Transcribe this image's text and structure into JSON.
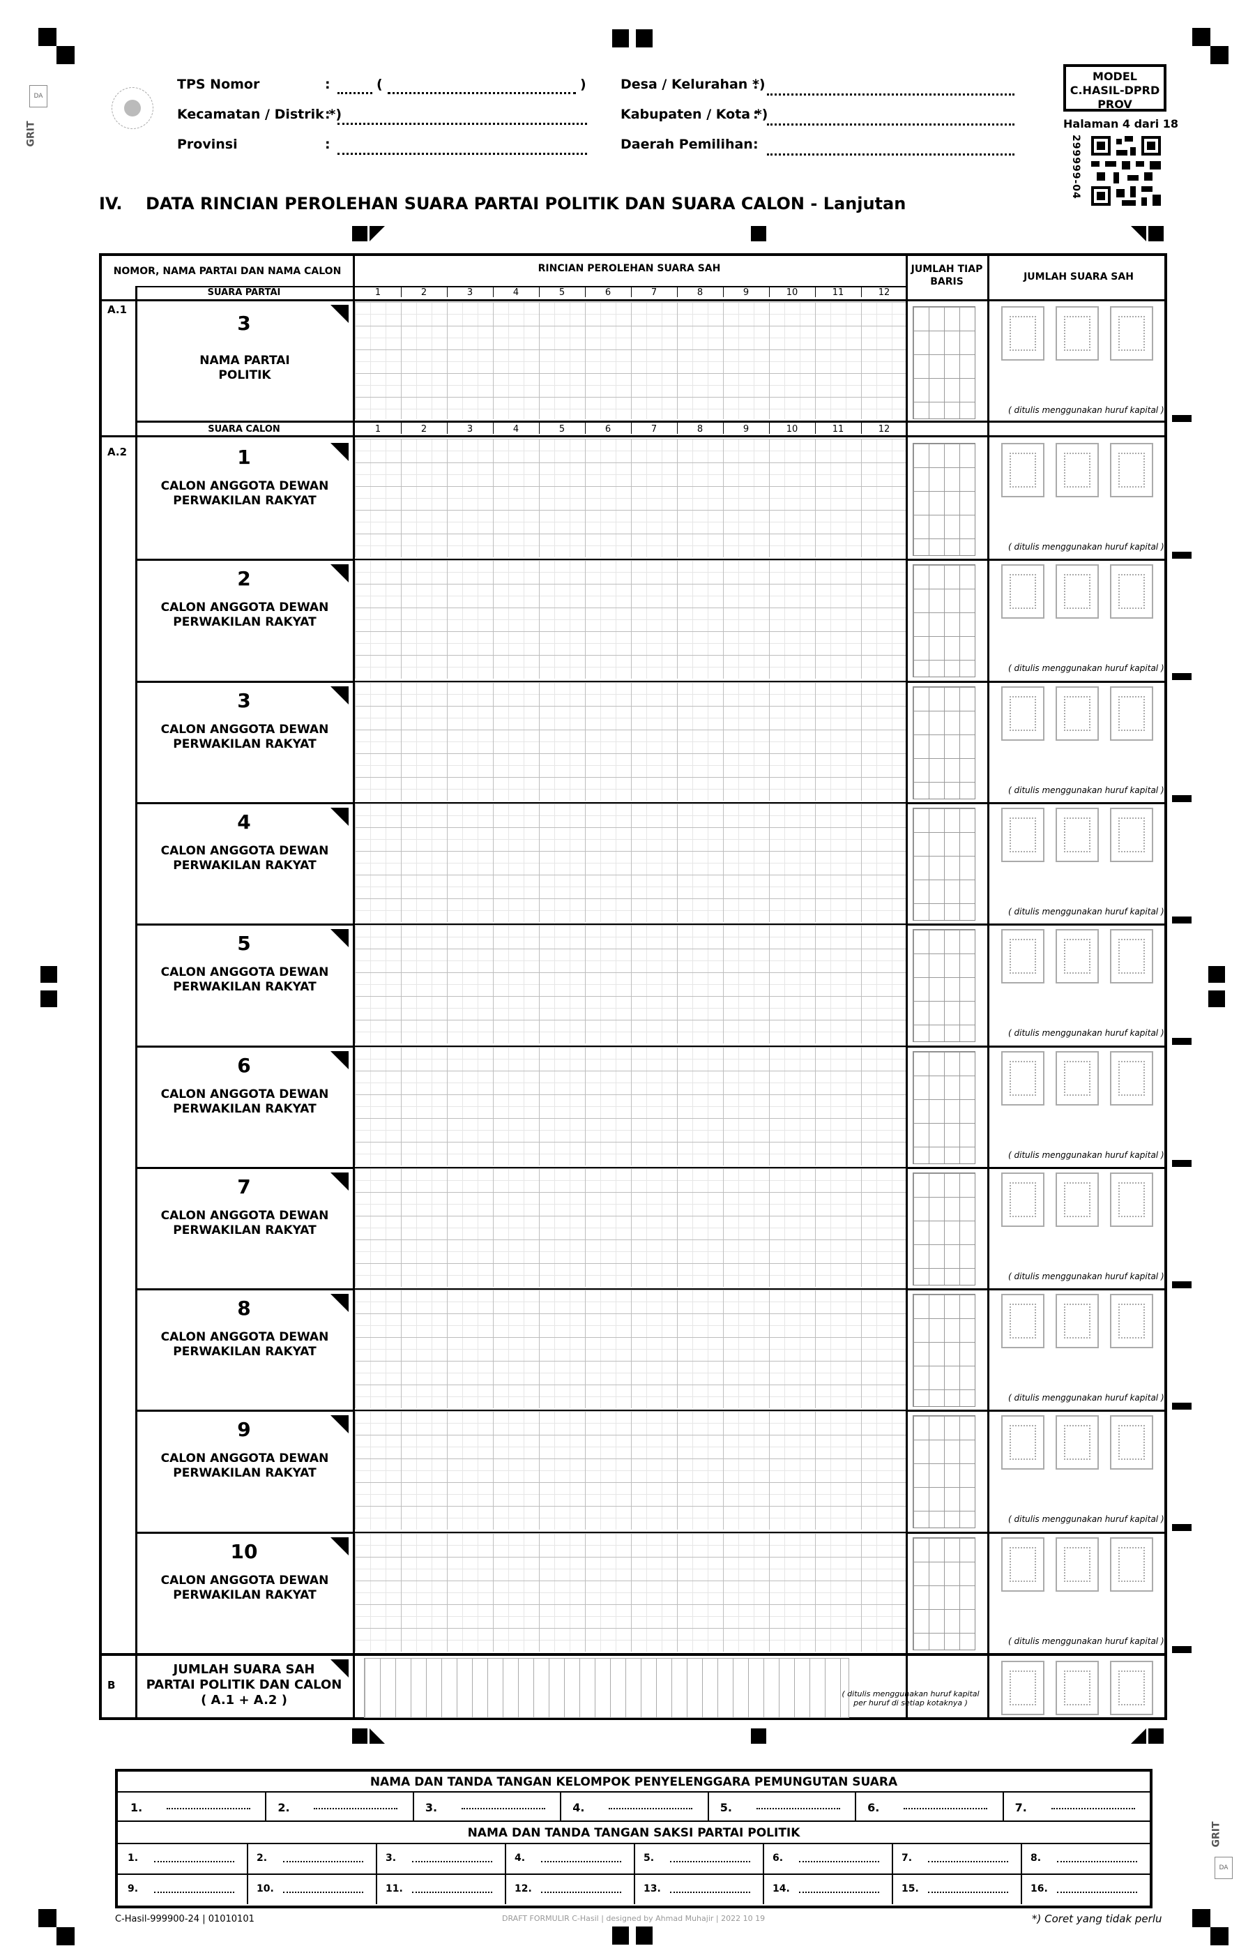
{
  "header": {
    "tps_label": "TPS Nomor",
    "kecamatan_label": "Kecamatan / Distrik *)",
    "provinsi_label": "Provinsi",
    "desa_label": "Desa / Kelurahan *)",
    "kabupaten_label": "Kabupaten / Kota *)",
    "daerah_label": "Daerah Pemilihan",
    "colon": ":",
    "paren_open": "(",
    "paren_close": ")",
    "model_line1": "MODEL",
    "model_line2": "C.HASIL-DPRD",
    "model_line3": "PROV",
    "page_label": "Halaman 4 dari 18",
    "qr_code_text": "299999-04",
    "side_logo_text": "GRIT"
  },
  "section_title": "IV.    DATA RINCIAN PEROLEHAN SUARA PARTAI POLITIK DAN SUARA CALON - Lanjutan",
  "table": {
    "col_name_header": "NOMOR, NAMA PARTAI DAN NAMA CALON",
    "col_rincian_header": "RINCIAN PEROLEHAN SUARA SAH",
    "col_jumlah_baris_header": "JUMLAH TIAP BARIS",
    "col_jumlah_sah_header": "JUMLAH SUARA SAH",
    "suara_partai_label": "SUARA PARTAI",
    "suara_calon_label": "SUARA CALON",
    "column_numbers": [
      "1",
      "2",
      "3",
      "4",
      "5",
      "6",
      "7",
      "8",
      "9",
      "10",
      "11",
      "12"
    ],
    "a1_code": "A.1",
    "a2_code": "A.2",
    "b_code": "B",
    "party_number": "3",
    "party_name": "NAMA PARTAI POLITIK",
    "kapital_note": "( ditulis menggunakan huruf kapital )",
    "candidates": [
      {
        "number": "1",
        "label": "CALON ANGGOTA DEWAN PERWAKILAN RAKYAT"
      },
      {
        "number": "2",
        "label": "CALON ANGGOTA DEWAN PERWAKILAN RAKYAT"
      },
      {
        "number": "3",
        "label": "CALON ANGGOTA DEWAN PERWAKILAN RAKYAT"
      },
      {
        "number": "4",
        "label": "CALON ANGGOTA DEWAN PERWAKILAN RAKYAT"
      },
      {
        "number": "5",
        "label": "CALON ANGGOTA DEWAN PERWAKILAN RAKYAT"
      },
      {
        "number": "6",
        "label": "CALON ANGGOTA DEWAN PERWAKILAN RAKYAT"
      },
      {
        "number": "7",
        "label": "CALON ANGGOTA DEWAN PERWAKILAN RAKYAT"
      },
      {
        "number": "8",
        "label": "CALON ANGGOTA DEWAN PERWAKILAN RAKYAT"
      },
      {
        "number": "9",
        "label": "CALON ANGGOTA DEWAN PERWAKILAN RAKYAT"
      },
      {
        "number": "10",
        "label": "CALON ANGGOTA DEWAN PERWAKILAN RAKYAT"
      }
    ],
    "total_label_line1": "JUMLAH SUARA SAH",
    "total_label_line2": "PARTAI POLITIK DAN CALON",
    "total_label_line3": "( A.1 + A.2 )",
    "total_note_line1": "( ditulis menggunakan huruf kapital",
    "total_note_line2": "per huruf di setiap kotaknya )"
  },
  "signatures": {
    "kpps_title": "NAMA DAN TANDA TANGAN KELOMPOK PENYELENGGARA PEMUNGUTAN SUARA",
    "kpps_numbers": [
      "1.",
      "2.",
      "3.",
      "4.",
      "5.",
      "6.",
      "7."
    ],
    "saksi_title": "NAMA DAN TANDA TANGAN SAKSI PARTAI POLITIK",
    "saksi_numbers": [
      "1.",
      "2.",
      "3.",
      "4.",
      "5.",
      "6.",
      "7.",
      "8.",
      "9.",
      "10.",
      "11.",
      "12.",
      "13.",
      "14.",
      "15.",
      "16."
    ]
  },
  "footer": {
    "code": "C-Hasil-999900-24 | 01010101",
    "draft": "DRAFT FORMULIR C-Hasil | designed by Ahmad Muhajir | 2022 10 19",
    "note": "*) Coret yang tidak perlu"
  }
}
